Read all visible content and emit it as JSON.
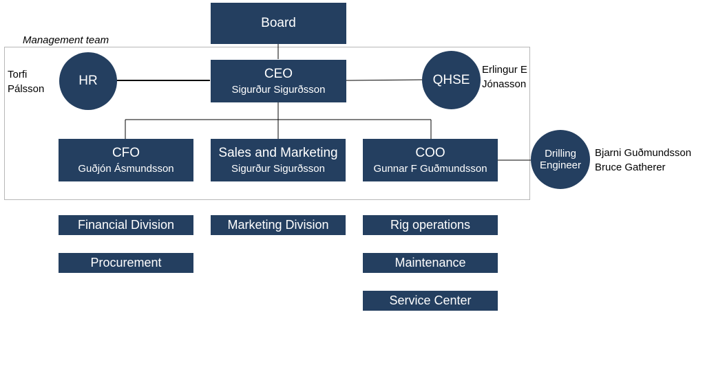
{
  "management_team_label": "Management team",
  "board": {
    "title": "Board"
  },
  "ceo": {
    "title": "CEO",
    "name": "Sigurður Sigurðsson"
  },
  "hr": {
    "title": "HR",
    "person_line1": "Torfi",
    "person_line2": "Pálsson"
  },
  "qhse": {
    "title": "QHSE",
    "person_line1": "Erlingur E",
    "person_line2": "Jónasson"
  },
  "cfo": {
    "title": "CFO",
    "name": "Guðjón Ásmundsson"
  },
  "sales": {
    "title": "Sales and Marketing",
    "name": "Sigurður Sigurðsson"
  },
  "coo": {
    "title": "COO",
    "name": "Gunnar  F Guðmundsson"
  },
  "drilling": {
    "title_line1": "Drilling",
    "title_line2": "Engineer",
    "person_line1": "Bjarni Guðmundsson",
    "person_line2": "Bruce Gatherer"
  },
  "divisions": {
    "financial": "Financial Division",
    "procurement": "Procurement",
    "marketing": "Marketing Division",
    "rig_operations": "Rig operations",
    "maintenance": "Maintenance",
    "service_center": "Service Center"
  },
  "colors": {
    "node_fill": "#243f60",
    "line": "#000000",
    "frame": "#b7b7b7"
  }
}
